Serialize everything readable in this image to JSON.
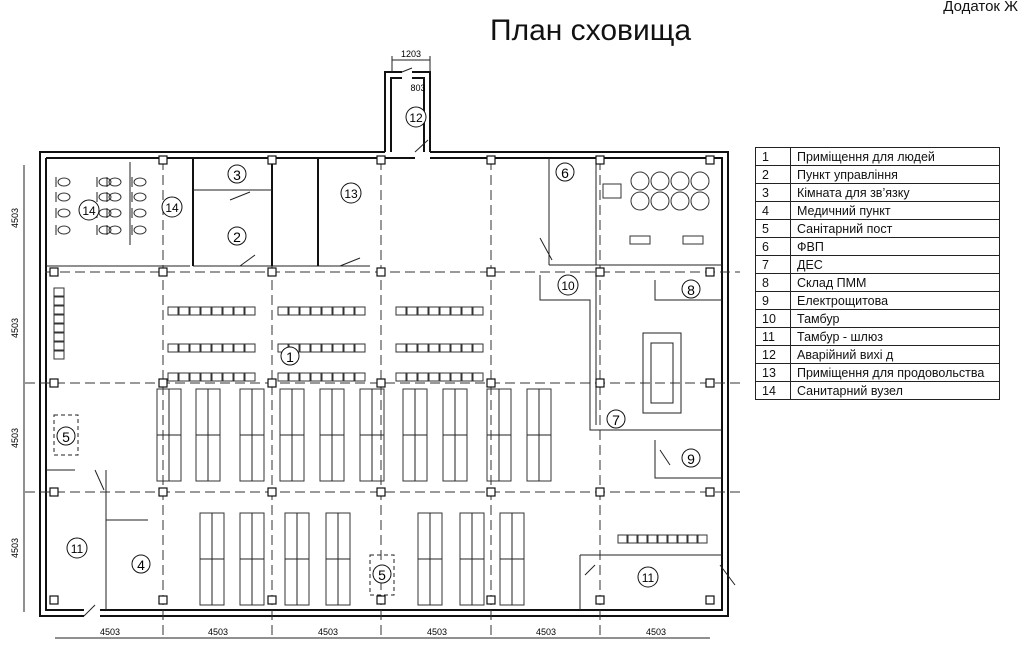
{
  "appendix": "Додаток Ж",
  "title": "План сховища",
  "dims": {
    "top_outer": "1203",
    "top_inner": "803",
    "bottom": [
      "4503",
      "4503",
      "4503",
      "4503",
      "4503",
      "4503"
    ],
    "left": [
      "4503",
      "4503",
      "4503",
      "4503"
    ]
  },
  "room_numbers": {
    "r1": "1",
    "r2": "2",
    "r3": "3",
    "r4": "4",
    "r5a": "5",
    "r5b": "5",
    "r6": "6",
    "r7": "7",
    "r8": "8",
    "r9": "9",
    "r10": "10",
    "r11a": "11",
    "r11b": "11",
    "r12": "12",
    "r13": "13",
    "r14a": "14",
    "r14b": "14"
  },
  "legend": [
    {
      "num": "1",
      "name": "Приміщення для людей"
    },
    {
      "num": "2",
      "name": "Пункт управління"
    },
    {
      "num": "3",
      "name": "Кімната для зв’язку"
    },
    {
      "num": "4",
      "name": "Медичний пункт"
    },
    {
      "num": "5",
      "name": "Санітарний пост"
    },
    {
      "num": "6",
      "name": "ФВП"
    },
    {
      "num": "7",
      "name": "ДЕС"
    },
    {
      "num": "8",
      "name": "Склад ПММ"
    },
    {
      "num": "9",
      "name": "Електрощитова"
    },
    {
      "num": "10",
      "name": "Тамбур"
    },
    {
      "num": "11",
      "name": "Тамбур - шлюз"
    },
    {
      "num": "12",
      "name": "Аварійний вихі д"
    },
    {
      "num": "13",
      "name": "Приміщення для продовольства"
    },
    {
      "num": "14",
      "name": "Санитарний вузел"
    }
  ]
}
